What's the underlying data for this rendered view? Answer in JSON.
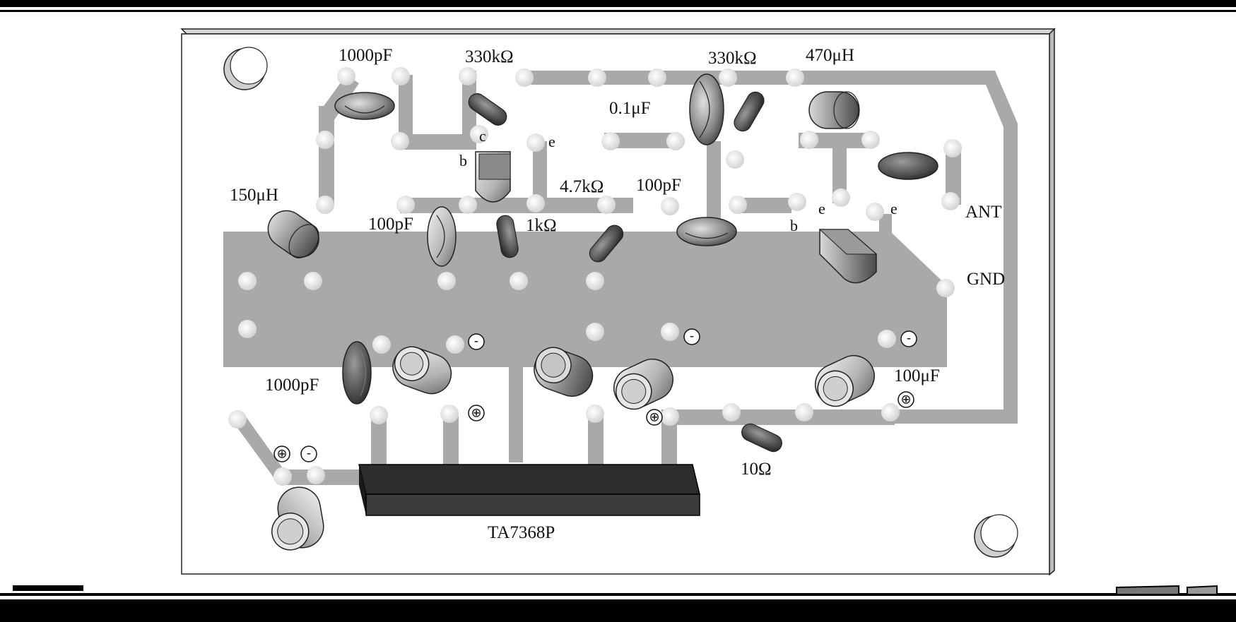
{
  "diagram": {
    "chip_label": "TA7368P",
    "labels": {
      "c_1000pf_top": "1000pF",
      "r_330k_left": "330kΩ",
      "r_330k_right": "330kΩ",
      "l_470uh": "470μH",
      "c_0_1uf": "0.1μF",
      "l_150uh": "150μH",
      "r_4_7k": "4.7kΩ",
      "c_100pf_mid": "100pF",
      "c_100pf_left": "100pF",
      "r_1k": "1kΩ",
      "c_1000pf_bottom": "1000pF",
      "c_100uf": "100μF",
      "r_10": "10Ω",
      "ant": "ANT",
      "gnd": "GND"
    },
    "pins": {
      "t1_c": "c",
      "t1_b": "b",
      "t1_e": "e",
      "t2_e_left": "e",
      "t2_e_right": "e",
      "t2_b": "b"
    },
    "polarity": {
      "plus": "⊕",
      "minus": "-"
    },
    "colors": {
      "trace": "#a9a9a9",
      "pad": "#e6e6e6",
      "chip": "#3a3a3a",
      "board_edge": "#cfcfcf"
    }
  }
}
